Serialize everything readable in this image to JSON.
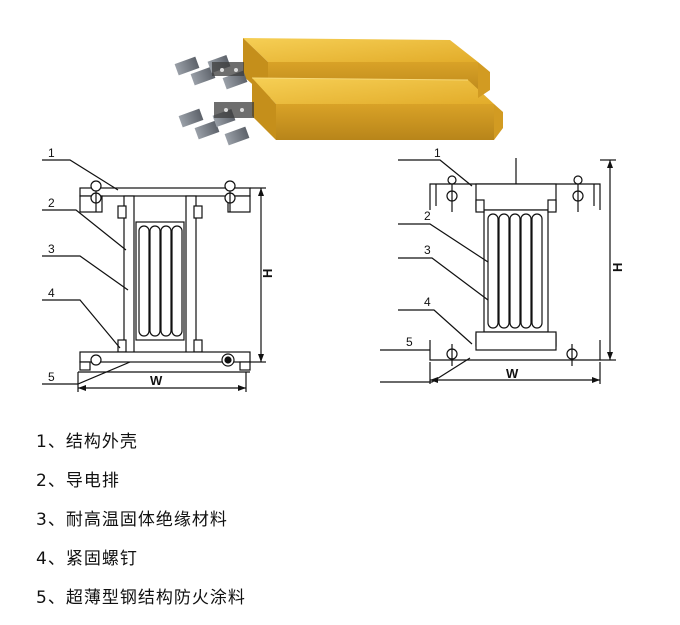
{
  "left_view": {
    "callouts": [
      "1",
      "2",
      "3",
      "4",
      "5"
    ],
    "width_label": "W",
    "height_label": "H"
  },
  "right_view": {
    "callouts": [
      "1",
      "2",
      "3",
      "4",
      "5"
    ],
    "width_label": "W",
    "height_label": "H"
  },
  "legend": [
    "1、结构外壳",
    "2、导电排",
    "3、耐高温固体绝缘材料",
    "4、紧固螺钉",
    "5、超薄型钢结构防火涂料"
  ],
  "colors": {
    "housing_yellow": "#e9b530",
    "housing_shadow": "#c9921d",
    "terminal_metal": "#7a7f88",
    "line": "#111111"
  }
}
